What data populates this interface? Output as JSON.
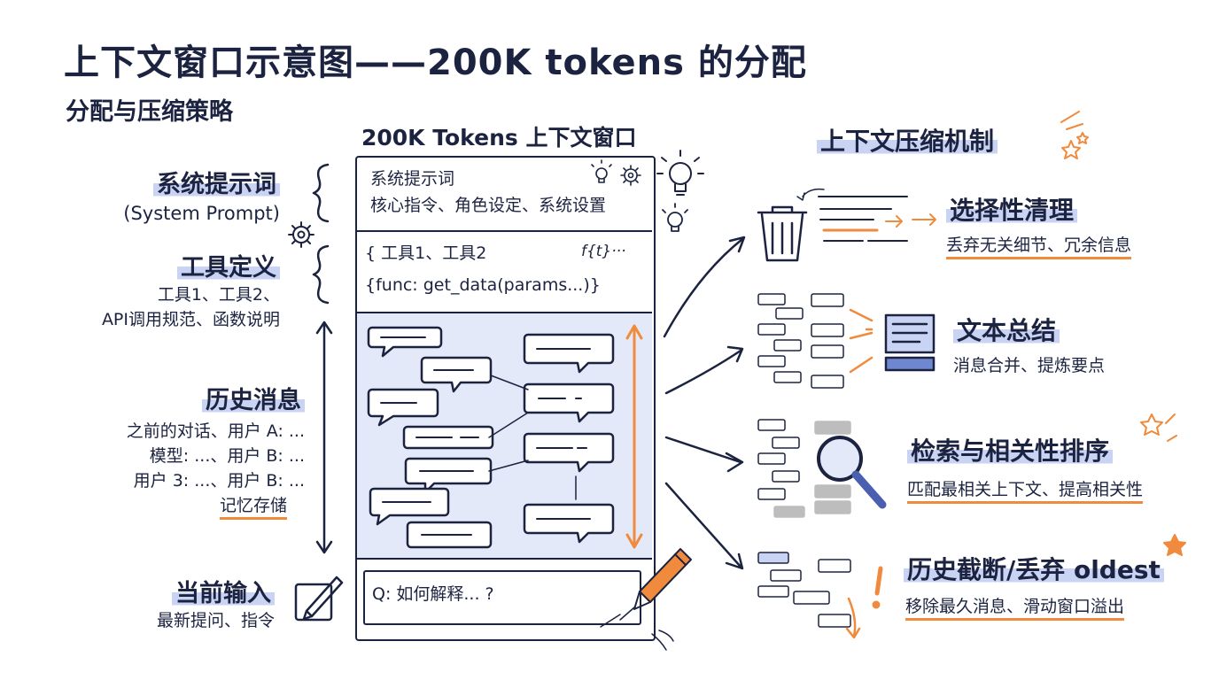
{
  "title": "上下文窗口示意图——200K tokens 的分配",
  "subtitle": "分配与压缩策略",
  "left_labels": [
    {
      "heading": "系统提示词",
      "lines": [
        "(System Prompt)"
      ]
    },
    {
      "heading": "工具定义",
      "lines": [
        "工具1、工具2、",
        "API调用规范、函数说明"
      ]
    },
    {
      "heading": "历史消息",
      "lines": [
        "之前的对话、用户 A: ...",
        "模型: ...、用户 B: ...",
        "用户 3: ...、用户 B: ...",
        "记忆存储"
      ]
    },
    {
      "heading": "当前输入",
      "lines": [
        "最新提问、指令"
      ]
    }
  ],
  "window": {
    "title": "200K Tokens 上下文窗口",
    "system": {
      "line1": "系统提示词",
      "line2": "核心指令、角色设定、系统设置"
    },
    "tools": {
      "line1": "{ 工具1、工具2",
      "line2": "{func: get_data(params...)}",
      "fx": "f{t}···"
    },
    "input": {
      "text": "Q: 如何解释... ?"
    }
  },
  "compression": {
    "title": "上下文压缩机制",
    "items": [
      {
        "heading": "选择性清理",
        "desc": "丢弃无关细节、冗余信息",
        "icon": "trash-icon"
      },
      {
        "heading": "文本总结",
        "desc": "消息合并、提炼要点",
        "icon": "summary-document-icon"
      },
      {
        "heading": "检索与相关性排序",
        "desc": "匹配最相关上下文、提高相关性",
        "icon": "magnifier-icon"
      },
      {
        "heading": "历史截断/丢弃 oldest",
        "desc": "移除最久消息、滑动窗口溢出",
        "icon": "exclamation-icon"
      }
    ]
  },
  "colors": {
    "ink": "#1c2340",
    "accent": "#f08a3c",
    "highlight": "#c9d4f4",
    "fill": "#e3e9f8"
  }
}
